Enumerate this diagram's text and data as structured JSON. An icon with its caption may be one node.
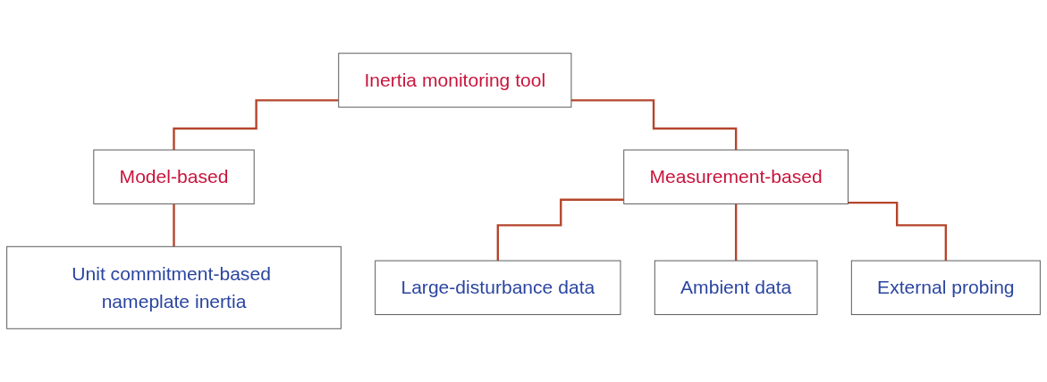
{
  "diagram": {
    "nodes": [
      {
        "text": [
          "Inertia monitoring tool"
        ]
      },
      {
        "text": [
          "Model-based"
        ]
      },
      {
        "text": [
          "Measurement-based"
        ]
      },
      {
        "text": [
          "Unit commitment-based nameplate inertia"
        ]
      },
      {
        "text": [
          "Large-disturbance data"
        ]
      },
      {
        "text": [
          "Ambient data"
        ]
      },
      {
        "text": [
          "External probing"
        ]
      }
    ],
    "edges": [
      {
        "from": 0,
        "to": 1,
        "arrow": "none"
      },
      {
        "from": 0,
        "to": 2,
        "arrow": "none"
      },
      {
        "from": 1,
        "to": 3,
        "arrow": "none"
      },
      {
        "from": 2,
        "to": 4,
        "arrow": "none"
      },
      {
        "from": 2,
        "to": 5,
        "arrow": "none"
      },
      {
        "from": 2,
        "to": 6,
        "arrow": "none"
      }
    ]
  }
}
